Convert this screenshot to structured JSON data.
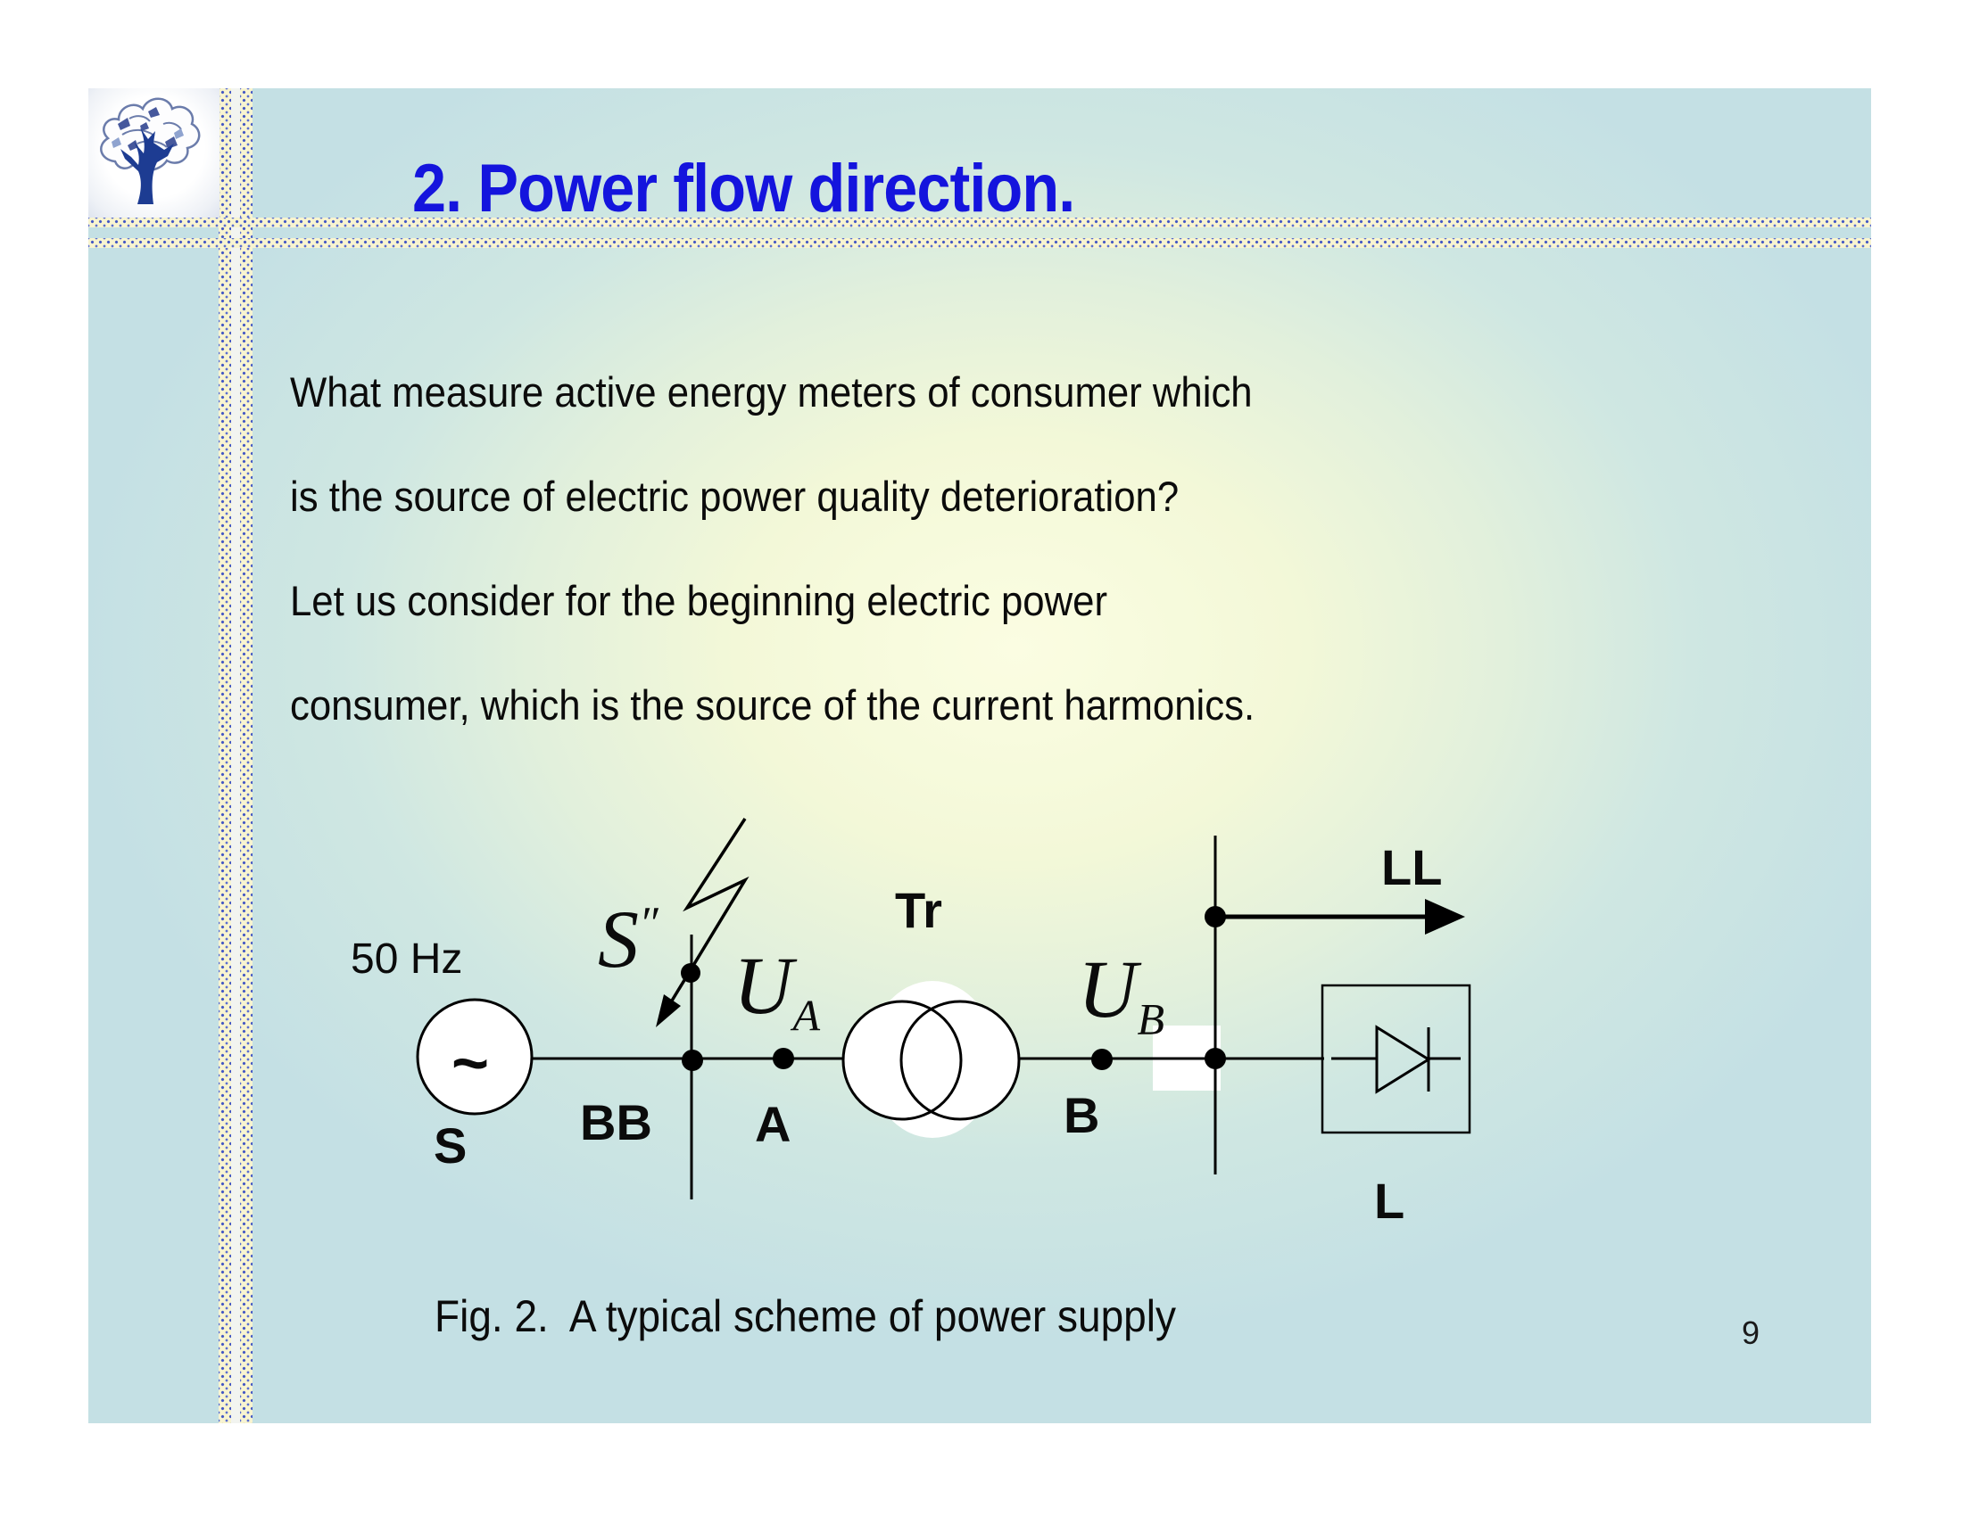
{
  "slide": {
    "title": "2. Power flow direction.",
    "page_number": "9",
    "body_lines": [
      "What measure active energy meters of consumer which",
      "is the source of electric power quality deterioration?",
      "Let us consider for the beginning electric power",
      "consumer, which is the source of the current harmonics."
    ],
    "caption": "Fig. 2.  A typical scheme of power supply",
    "colors": {
      "title_blue": "#1414dd",
      "background_cyan": "#c4e0e4",
      "background_glow": "#fbfde2",
      "band_yellow": "#f8f4d0",
      "band_dot_blue": "#4257c4",
      "logo_trunk_navy": "#1d3c92",
      "logo_canopy_slate": "#6b7cab"
    },
    "logo_icon": "tree-logo"
  },
  "diagram": {
    "labels": {
      "frequency": "50 Hz",
      "source": "S",
      "source_symbol": "~",
      "busbar": "BB",
      "node_a": "A",
      "transformer": "Tr",
      "node_b": "B",
      "load_line": "LL",
      "load": "L",
      "short_circuit_base": "S",
      "short_circuit_prime": "″",
      "voltage_a_base": "U",
      "voltage_a_sub": "A",
      "voltage_b_base": "U",
      "voltage_b_sub": "B"
    }
  }
}
